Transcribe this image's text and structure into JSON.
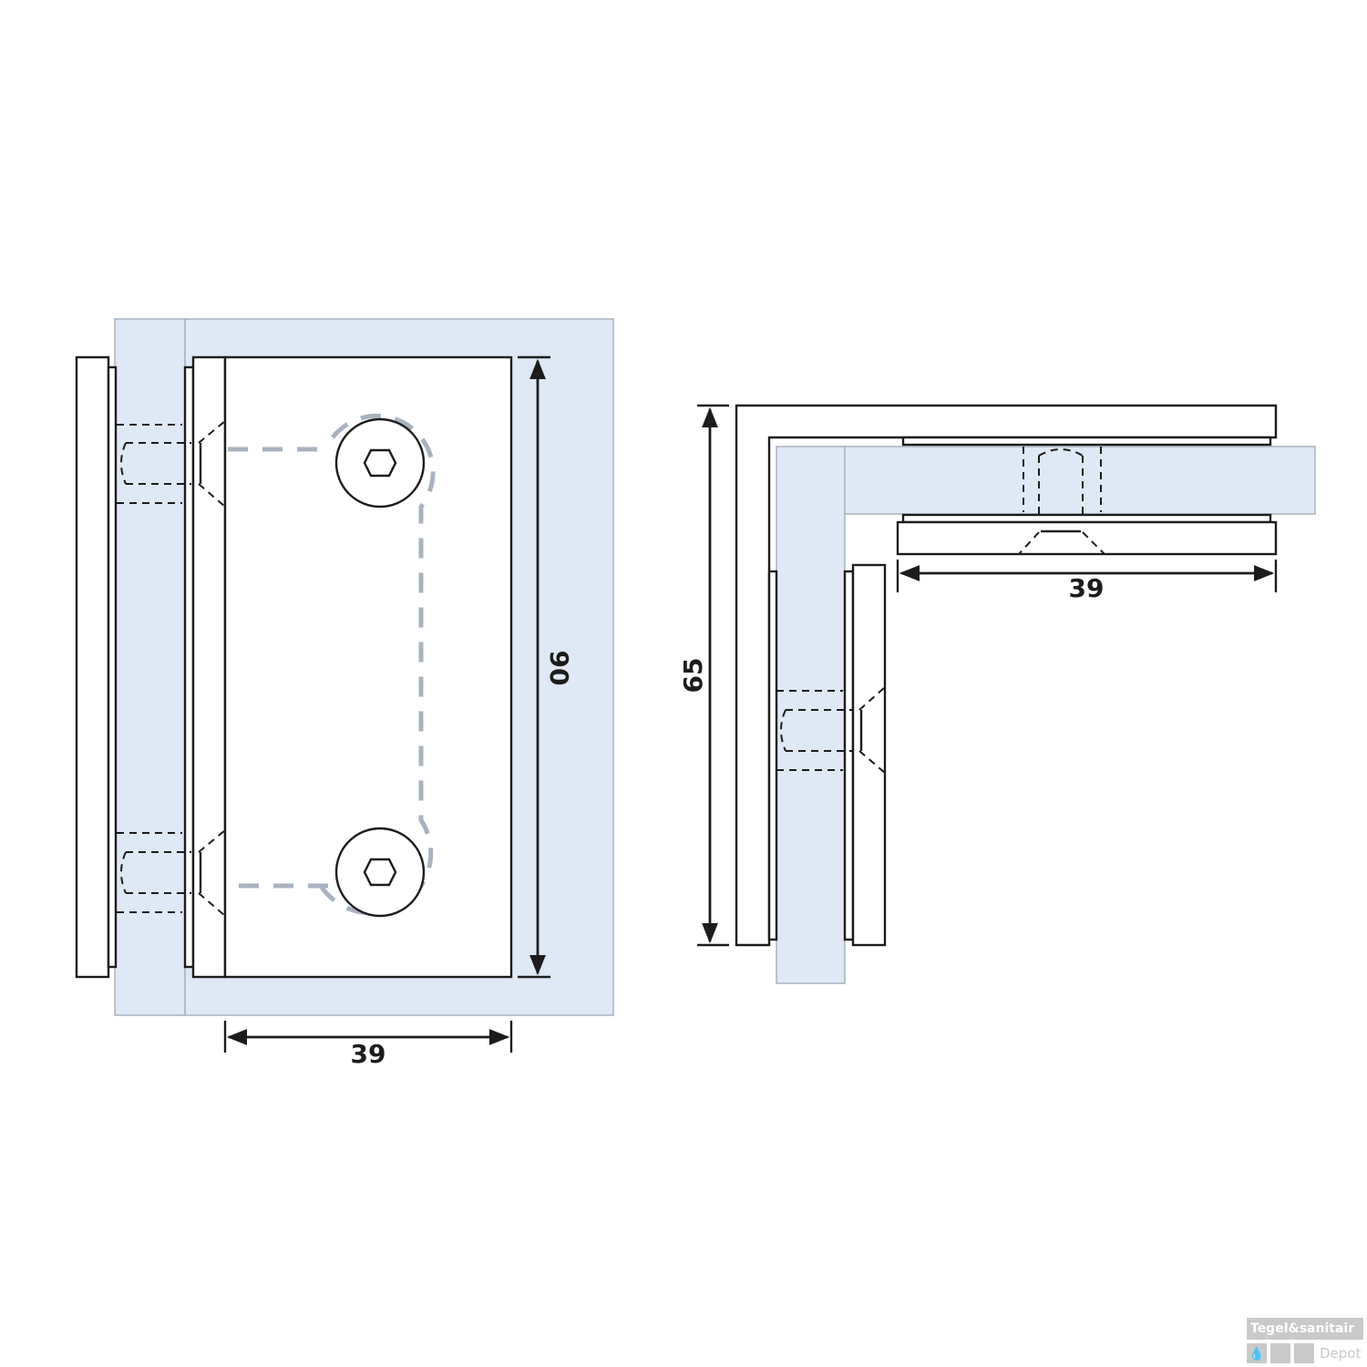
{
  "diagram": {
    "type": "technical-drawing",
    "subject": "glass-to-glass 90 degree shower hinge / clamp",
    "colors": {
      "glass_fill": "#dfe8f5",
      "glass_stroke": "#a9b3bf",
      "line": "#1c1c1c",
      "gasket_dash": "#a9b3bf"
    },
    "views": [
      {
        "name": "front-view",
        "dimensions": {
          "height": "90",
          "width": "39"
        }
      },
      {
        "name": "top-view",
        "dimensions": {
          "height": "65",
          "width": "39"
        }
      }
    ]
  },
  "watermark": {
    "line1": "Tegel&sanitair",
    "line2": "Depot",
    "icon": "droplet-icon"
  }
}
